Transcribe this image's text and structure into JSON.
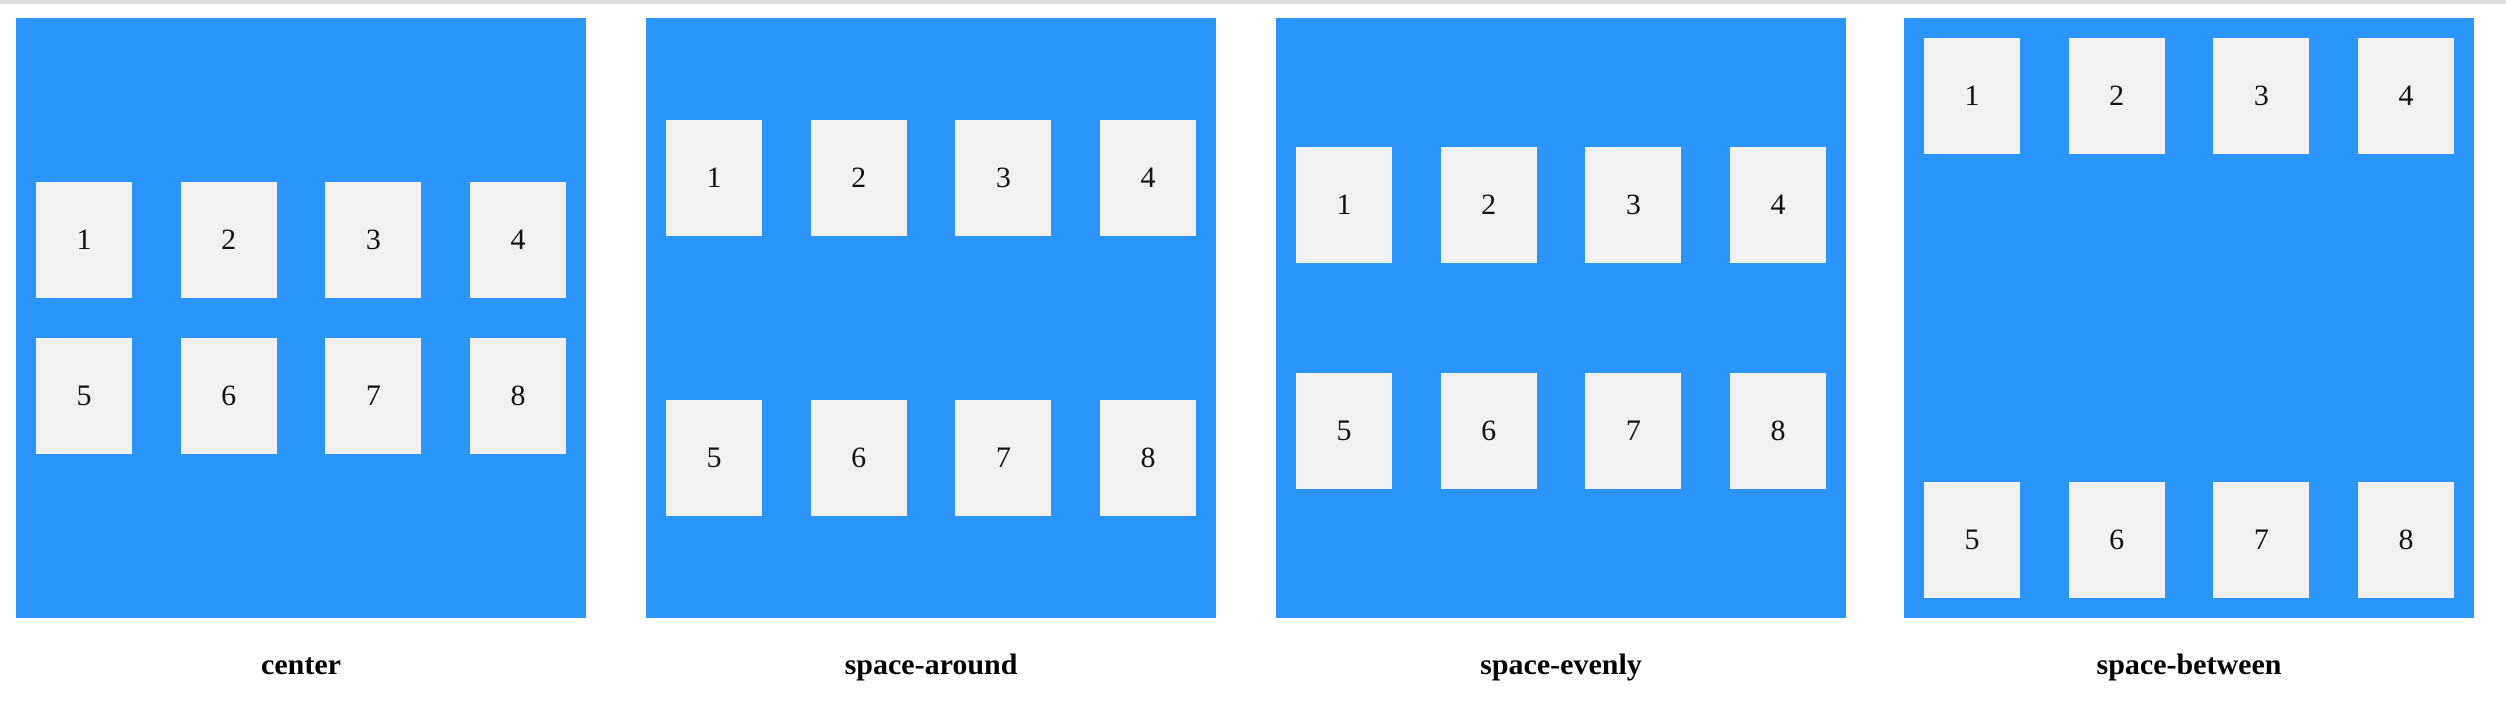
{
  "colors": {
    "panel_background": "#2b95fb",
    "tile_background": "#f1f1f1",
    "page_background": "#ffffff"
  },
  "panels": [
    {
      "caption": "center",
      "row1": [
        "1",
        "2",
        "3",
        "4"
      ],
      "row2": [
        "5",
        "6",
        "7",
        "8"
      ]
    },
    {
      "caption": "space-around",
      "row1": [
        "1",
        "2",
        "3",
        "4"
      ],
      "row2": [
        "5",
        "6",
        "7",
        "8"
      ]
    },
    {
      "caption": "space-evenly",
      "row1": [
        "1",
        "2",
        "3",
        "4"
      ],
      "row2": [
        "5",
        "6",
        "7",
        "8"
      ]
    },
    {
      "caption": "space-between",
      "row1": [
        "1",
        "2",
        "3",
        "4"
      ],
      "row2": [
        "5",
        "6",
        "7",
        "8"
      ]
    }
  ]
}
